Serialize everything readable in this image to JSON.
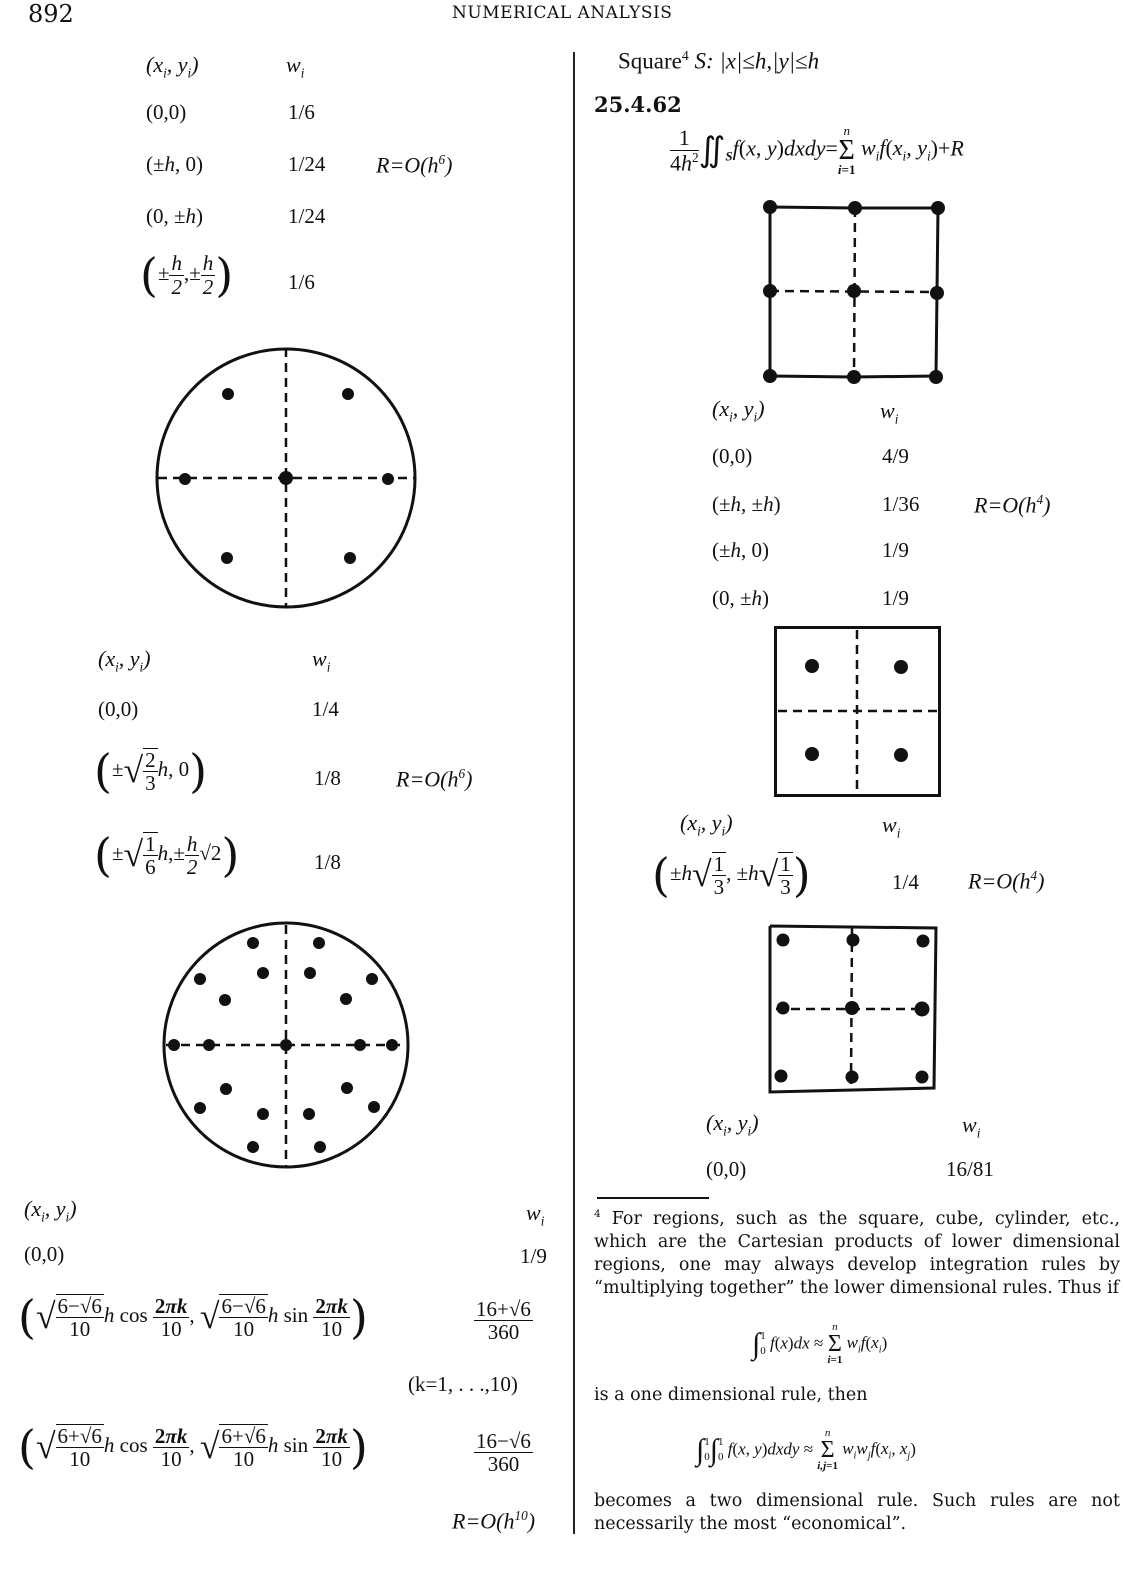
{
  "header": {
    "page_number": "892",
    "running_title": "NUMERICAL ANALYSIS"
  },
  "left_column": {
    "table_1": {
      "headers": [
        "(x_i, y_i)",
        "w_i"
      ],
      "rows": [
        {
          "point": "(0,0)",
          "weight": "1/6"
        },
        {
          "point": "(±h,0)",
          "weight": "1/24"
        },
        {
          "point": "(0,±h)",
          "weight": "1/24"
        },
        {
          "point": "(±h/2, ±h/2)",
          "weight": "1/6"
        }
      ],
      "remainder": "R=O(h^6)"
    },
    "figure_1": {
      "type": "circle",
      "description": "Circle with dashed axes; 7 points: center, two on horizontal axis, four diagonal"
    },
    "table_2": {
      "headers": [
        "(x_i, y_i)",
        "w_i"
      ],
      "rows": [
        {
          "point": "(0,0)",
          "weight": "1/4"
        },
        {
          "point": "(±√(2/3) h, 0)",
          "weight": "1/8"
        },
        {
          "point": "(±√(1/6) h, ±(h/2)√2)",
          "weight": "1/8"
        }
      ],
      "remainder": "R=O(h^6)"
    },
    "figure_2": {
      "type": "circle",
      "description": "Circle with dashed axes; 21 points: center plus two rings of 10"
    },
    "table_3": {
      "headers": [
        "(x_i, y_i)",
        "w_i"
      ],
      "rows": [
        {
          "point": "(0,0)",
          "weight": "1/9"
        },
        {
          "point": "(√((6−√6)/10) h cos(2πk/10), √((6−√6)/10) h sin(2πk/10))",
          "weight": "(16+√6)/360"
        },
        {
          "point": "(√((6+√6)/10) h cos(2πk/10), √((6+√6)/10) h sin(2πk/10))",
          "weight": "(16−√6)/360"
        }
      ],
      "k_range": "(k=1, . . .,10)",
      "remainder": "R=O(h^10)"
    }
  },
  "right_column": {
    "region_heading": "Square⁴ S: |x|≤h,|y|≤h",
    "footnote_marker": "4",
    "equation_number": "25.4.62",
    "formula": "1/(4h²) ∬_S f(x,y)dxdy = Σ_{i=1}^{n} w_i f(x_i,y_i) + R",
    "figure_3": {
      "type": "square",
      "description": "3×3 grid of 9 points on square with dashed midlines"
    },
    "table_4": {
      "headers": [
        "(x_i, y_i)",
        "w_i"
      ],
      "rows": [
        {
          "point": "(0,0)",
          "weight": "4/9"
        },
        {
          "point": "(±h, ±h)",
          "weight": "1/36"
        },
        {
          "point": "(±h,0)",
          "weight": "1/9"
        },
        {
          "point": "(0, ±h)",
          "weight": "1/9"
        }
      ],
      "remainder": "R=O(h^4)"
    },
    "figure_4": {
      "type": "square",
      "description": "Square with dashed midlines and 4 interior points"
    },
    "table_5": {
      "headers": [
        "(x_i, y_i)",
        "w_i"
      ],
      "rows": [
        {
          "point": "(±h√(1/3), ±h√(1/3))",
          "weight": "1/4"
        }
      ],
      "remainder": "R=O(h^4)"
    },
    "figure_5": {
      "type": "square",
      "description": "Square with dashed midlines and 9 interior points (3×3)"
    },
    "table_6": {
      "headers": [
        "(x_i, y_i)",
        "w_i"
      ],
      "rows": [
        {
          "point": "(0,0)",
          "weight": "16/81"
        }
      ]
    },
    "footnote": {
      "marker": "4",
      "para1": "For regions, such as the square, cube, cylinder, etc., which are the Cartesian products of lower dimensional regions, one may always develop integration rules by “multiplying together” the lower dimensional rules. Thus if",
      "formula1": "∫₀¹ f(x) dx ≈ Σ_{i=1}^{n} w_i f(x_i)",
      "para2": "is a one dimensional rule, then",
      "formula2": "∫₀¹∫₀¹ f(x,y) dxdy ≈ Σ_{i,j=1}^{n} w_i w_j f(x_i,x_j)",
      "para3": "becomes a two dimensional rule. Such rules are not necessarily the most “economical”."
    }
  },
  "labels": {
    "hdr_point": "(x",
    "hdr_weight": "w",
    "t1r1p": "(0,0)",
    "t1r1w": "1/6",
    "t1r2p": "(±",
    "t1r2w": "1/24",
    "t1r3p": "(0,±",
    "t1r3w": "1/24",
    "t1r4w": "1/6",
    "rem6": "R=O(h",
    "exp6": "6",
    "exp4": "4",
    "exp10": "10",
    "t2r1p": "(0,0)",
    "t2r1w": "1/4",
    "t2r2w": "1/8",
    "t2r3w": "1/8",
    "t3r1p": "(0,0)",
    "t3r1w": "1/9",
    "krange": "(k=1, . . .,10)",
    "sq_title": "Square",
    "sq_cond": "S:  |x|≤h,|y|≤h",
    "t4r1p": "(0,0)",
    "t4r1w": "4/9",
    "t4r2p": "(±h, ±h)",
    "t4r2w": "1/36",
    "t4r3p": "(±h,0)",
    "t4r3w": "1/9",
    "t4r4p": "(0, ±h)",
    "t4r4w": "1/9",
    "t5r1w": "1/4",
    "t6r1p": "(0,0)",
    "t6r1w": "16/81"
  }
}
